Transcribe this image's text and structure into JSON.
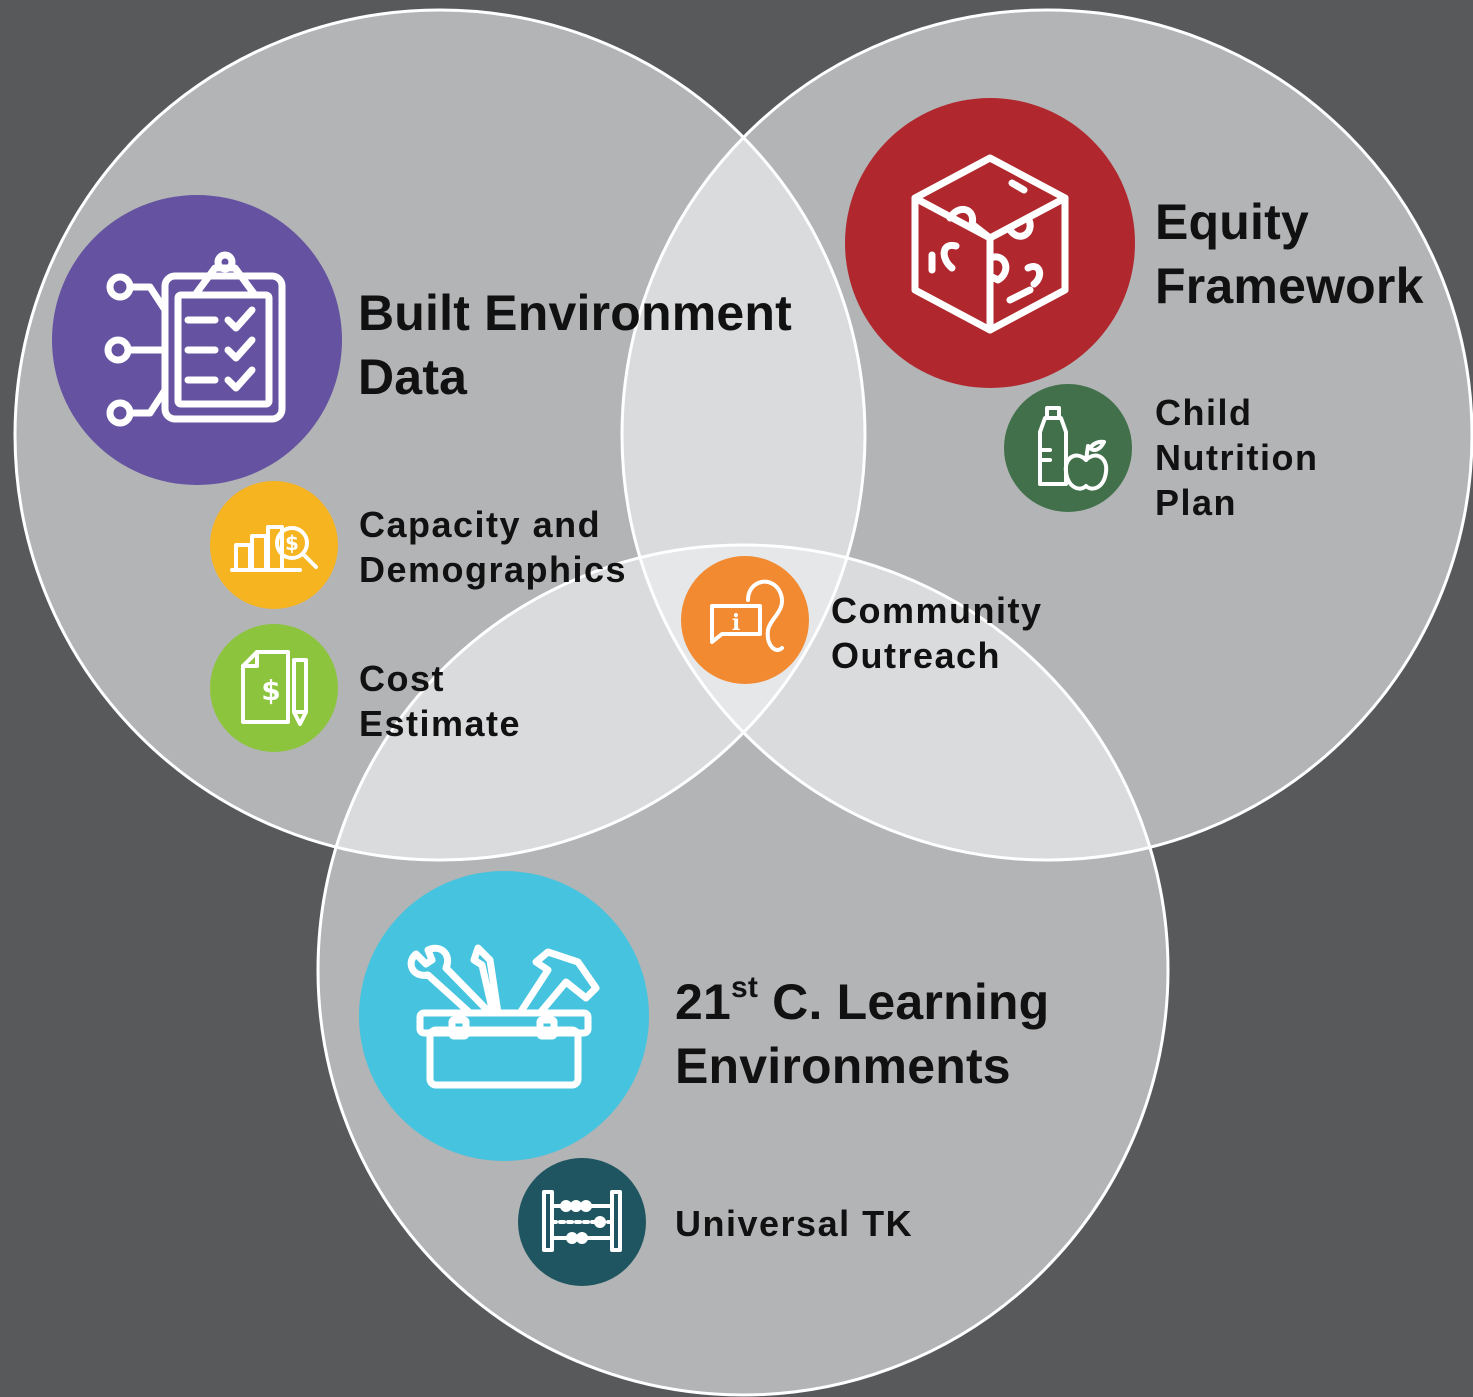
{
  "diagram": {
    "background_color": "#58595b",
    "circle_fill": "#b3b4b6",
    "overlap_fill": "#dadbdc",
    "circle_stroke": "#ffffff"
  },
  "groups": {
    "built": {
      "title_line1": "Built Environment",
      "title_line2": "Data",
      "icon": "clipboard-checklist-icon",
      "color": "#6552a1"
    },
    "equity": {
      "title_line1": "Equity",
      "title_line2": "Framework",
      "icon": "puzzle-cube-icon",
      "color": "#b0282e"
    },
    "learning": {
      "title_number": "21",
      "title_superscript": "st",
      "title_rest": " C. Learning",
      "title_line2": "Environments",
      "icon": "toolbox-icon",
      "color": "#46c3de"
    }
  },
  "items": {
    "capacity": {
      "line1": "Capacity and",
      "line2": "Demographics",
      "icon": "chart-magnifier-dollar-icon",
      "color": "#f6b420"
    },
    "cost": {
      "line1": "Cost",
      "line2": "Estimate",
      "icon": "document-dollar-pen-icon",
      "color": "#8dc43e"
    },
    "nutrition": {
      "line1": "Child",
      "line2": "Nutrition",
      "line3": "Plan",
      "icon": "bottle-apple-icon",
      "color": "#41704b"
    },
    "outreach": {
      "line1": "Community",
      "line2": "Outreach",
      "icon": "ear-info-icon",
      "color": "#f28a32"
    },
    "tk": {
      "line1": "Universal TK",
      "icon": "abacus-icon",
      "color": "#1f5560"
    }
  }
}
